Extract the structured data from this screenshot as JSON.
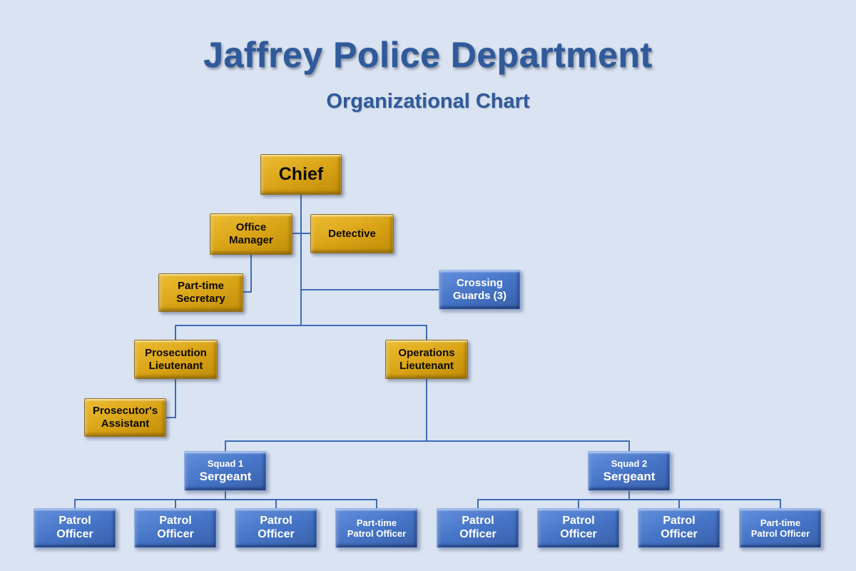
{
  "header": {
    "title": "Jaffrey Police Department",
    "subtitle": "Organizational Chart"
  },
  "colors": {
    "background": "#d9e3f2",
    "gold_box": "#d8a215",
    "blue_box": "#4472c4",
    "connector": "#3f6cb5",
    "title_text": "#2f5a9b"
  },
  "org": {
    "chief": {
      "label": "Chief",
      "reports_to": null
    },
    "office_manager": {
      "label": "Office Manager",
      "reports_to": "Chief"
    },
    "detective": {
      "label": "Detective",
      "reports_to": "Chief"
    },
    "part_time_secretary": {
      "label": "Part-time Secretary",
      "reports_to": "Office Manager"
    },
    "crossing_guards": {
      "label": "Crossing Guards (3)",
      "reports_to": "Chief"
    },
    "prosecution_lieutenant": {
      "label": "Prosecution Lieutenant",
      "reports_to": "Chief"
    },
    "operations_lieutenant": {
      "label": "Operations Lieutenant",
      "reports_to": "Chief"
    },
    "prosecutors_assistant": {
      "label": "Prosecutor's Assistant",
      "reports_to": "Prosecution Lieutenant"
    },
    "squad1_sergeant": {
      "squad": "Squad 1",
      "rank": "Sergeant",
      "reports_to": "Operations Lieutenant"
    },
    "squad2_sergeant": {
      "squad": "Squad 2",
      "rank": "Sergeant",
      "reports_to": "Operations Lieutenant"
    },
    "squad1_officers": [
      {
        "label": "Patrol Officer"
      },
      {
        "label": "Patrol Officer"
      },
      {
        "label": "Patrol Officer"
      },
      {
        "label": "Part-time Patrol Officer"
      }
    ],
    "squad2_officers": [
      {
        "label": "Patrol Officer"
      },
      {
        "label": "Patrol Officer"
      },
      {
        "label": "Patrol Officer"
      },
      {
        "label": "Part-time Patrol Officer"
      }
    ]
  }
}
